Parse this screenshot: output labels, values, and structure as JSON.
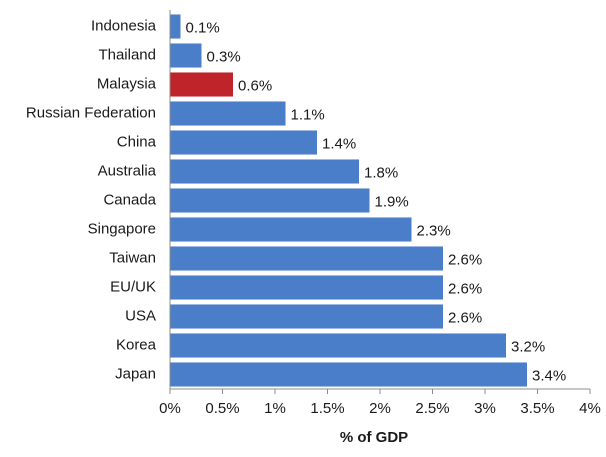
{
  "chart_data": {
    "type": "bar",
    "orientation": "horizontal",
    "categories": [
      "Indonesia",
      "Thailand",
      "Malaysia",
      "Russian Federation",
      "China",
      "Australia",
      "Canada",
      "Singapore",
      "Taiwan",
      "EU/UK",
      "USA",
      "Korea",
      "Japan"
    ],
    "values": [
      0.1,
      0.3,
      0.6,
      1.1,
      1.4,
      1.8,
      1.9,
      2.3,
      2.6,
      2.6,
      2.6,
      3.2,
      3.4
    ],
    "data_labels": [
      "0.1%",
      "0.3%",
      "0.6%",
      "1.1%",
      "1.4%",
      "1.8%",
      "1.9%",
      "2.3%",
      "2.6%",
      "2.6%",
      "2.6%",
      "3.2%",
      "3.4%"
    ],
    "highlight_category": "Malaysia",
    "xlabel": "% of GDP",
    "ylabel": "",
    "title": "",
    "xlim": [
      0,
      4
    ],
    "xticks": [
      0,
      0.5,
      1,
      1.5,
      2,
      2.5,
      3,
      3.5,
      4
    ],
    "xtick_labels": [
      "0%",
      "0.5%",
      "1%",
      "1.5%",
      "2%",
      "2.5%",
      "3%",
      "3.5%",
      "4%"
    ],
    "grid": false,
    "legend": "none",
    "colors": {
      "bar": "#4a7ec8",
      "highlight": "#c0242b",
      "axis": "#8c8c8c",
      "text": "#1a1a1a"
    }
  }
}
